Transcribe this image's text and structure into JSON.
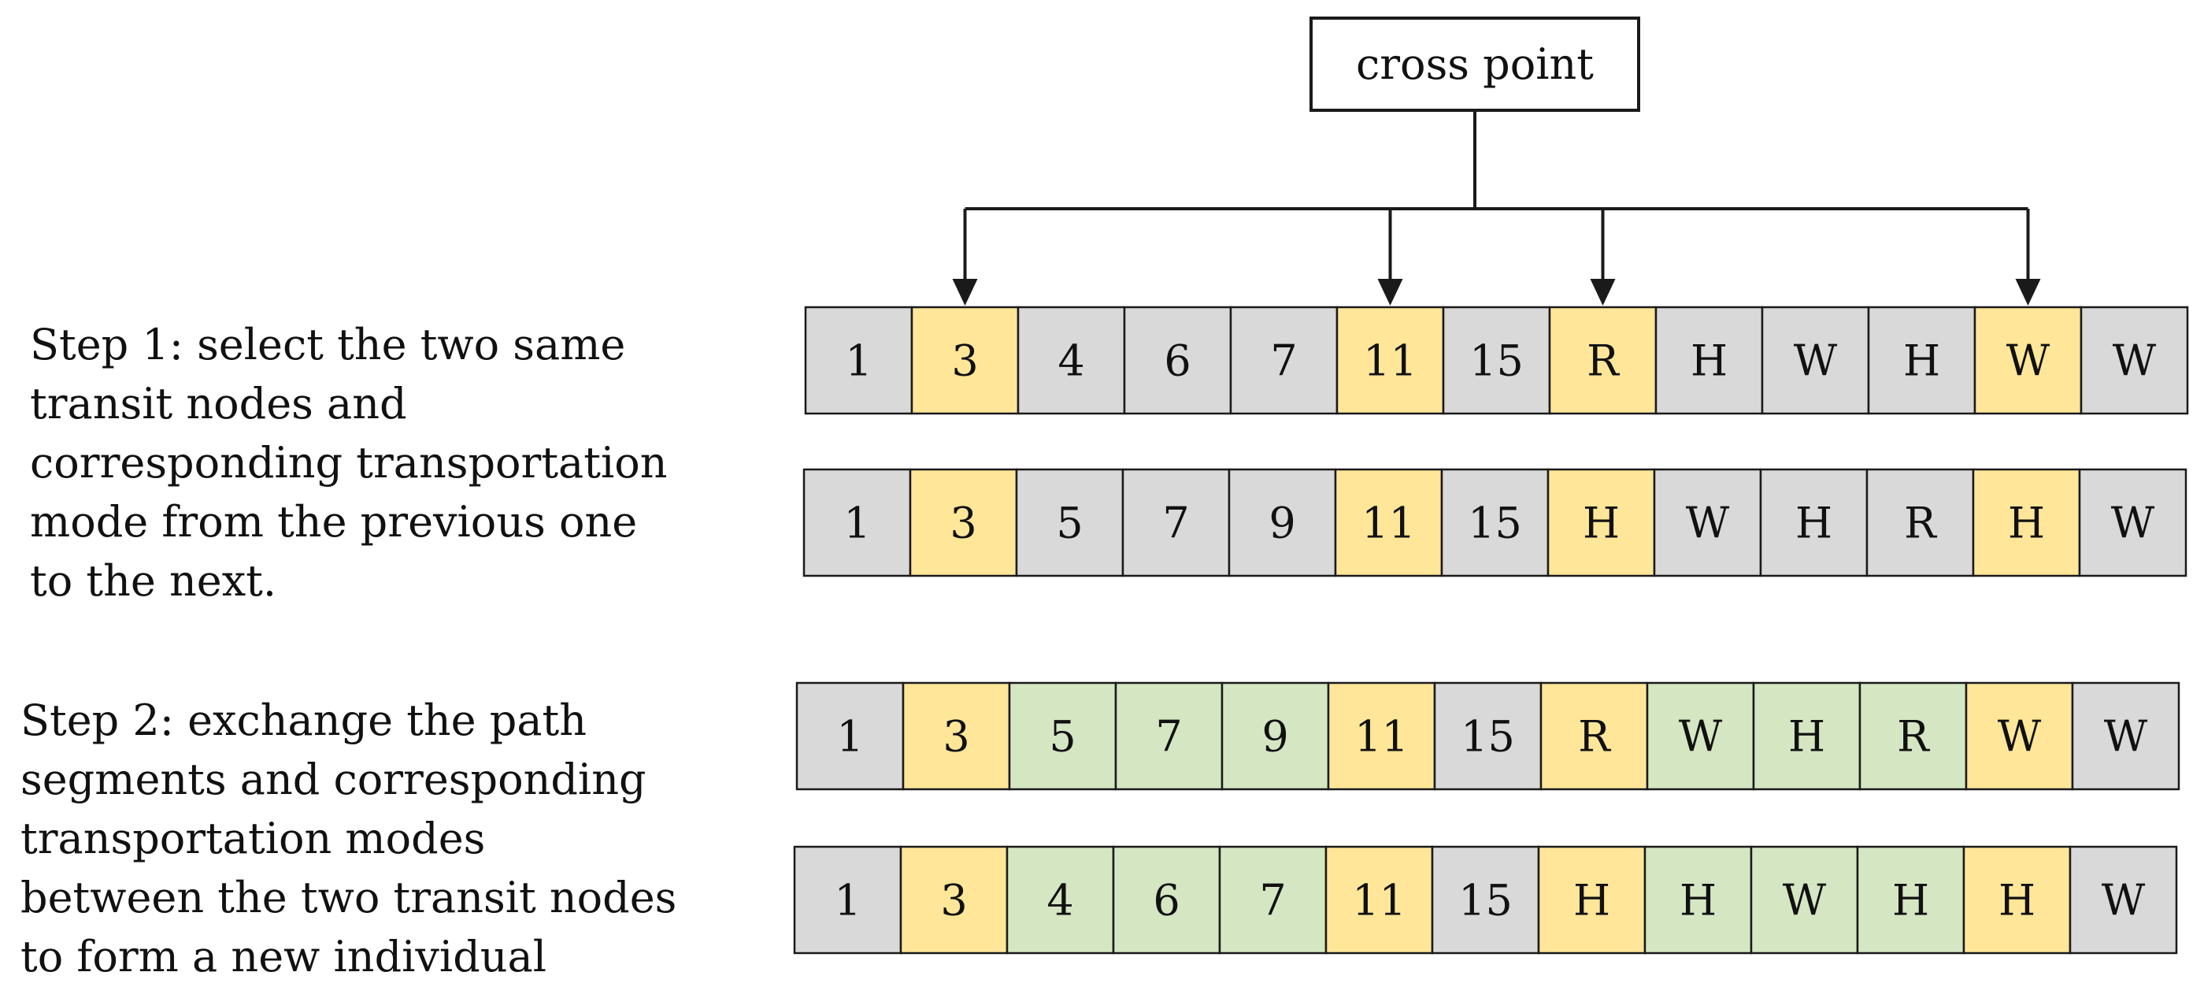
{
  "cross_point_label": "cross point",
  "colors": {
    "gray": "#d9d9d9",
    "yellow": "#ffe699",
    "green": "#d5e6c3",
    "stroke": "#1a1a1a",
    "text": "#111111"
  },
  "step1": {
    "lines": [
      "Step 1: select the two same",
      "transit nodes and",
      "corresponding transportation",
      "mode from the previous one",
      "to the next."
    ]
  },
  "step2": {
    "lines": [
      "Step 2: exchange the path",
      "segments and corresponding",
      "transportation modes",
      "between the two transit nodes",
      "to form a new individual"
    ]
  },
  "rows": [
    {
      "name": "parent-1",
      "cells": [
        {
          "t": "1",
          "c": "gray"
        },
        {
          "t": "3",
          "c": "yellow"
        },
        {
          "t": "4",
          "c": "gray"
        },
        {
          "t": "6",
          "c": "gray"
        },
        {
          "t": "7",
          "c": "gray"
        },
        {
          "t": "11",
          "c": "yellow"
        },
        {
          "t": "15",
          "c": "gray"
        },
        {
          "t": "R",
          "c": "yellow"
        },
        {
          "t": "H",
          "c": "gray"
        },
        {
          "t": "W",
          "c": "gray"
        },
        {
          "t": "H",
          "c": "gray"
        },
        {
          "t": "W",
          "c": "yellow"
        },
        {
          "t": "W",
          "c": "gray"
        }
      ]
    },
    {
      "name": "parent-2",
      "cells": [
        {
          "t": "1",
          "c": "gray"
        },
        {
          "t": "3",
          "c": "yellow"
        },
        {
          "t": "5",
          "c": "gray"
        },
        {
          "t": "7",
          "c": "gray"
        },
        {
          "t": "9",
          "c": "gray"
        },
        {
          "t": "11",
          "c": "yellow"
        },
        {
          "t": "15",
          "c": "gray"
        },
        {
          "t": "H",
          "c": "yellow"
        },
        {
          "t": "W",
          "c": "gray"
        },
        {
          "t": "H",
          "c": "gray"
        },
        {
          "t": "R",
          "c": "gray"
        },
        {
          "t": "H",
          "c": "yellow"
        },
        {
          "t": "W",
          "c": "gray"
        }
      ]
    },
    {
      "name": "offspring-1",
      "cells": [
        {
          "t": "1",
          "c": "gray"
        },
        {
          "t": "3",
          "c": "yellow"
        },
        {
          "t": "5",
          "c": "green"
        },
        {
          "t": "7",
          "c": "green"
        },
        {
          "t": "9",
          "c": "green"
        },
        {
          "t": "11",
          "c": "yellow"
        },
        {
          "t": "15",
          "c": "gray"
        },
        {
          "t": "R",
          "c": "yellow"
        },
        {
          "t": "W",
          "c": "green"
        },
        {
          "t": "H",
          "c": "green"
        },
        {
          "t": "R",
          "c": "green"
        },
        {
          "t": "W",
          "c": "yellow"
        },
        {
          "t": "W",
          "c": "gray"
        }
      ]
    },
    {
      "name": "offspring-2",
      "cells": [
        {
          "t": "1",
          "c": "gray"
        },
        {
          "t": "3",
          "c": "yellow"
        },
        {
          "t": "4",
          "c": "green"
        },
        {
          "t": "6",
          "c": "green"
        },
        {
          "t": "7",
          "c": "green"
        },
        {
          "t": "11",
          "c": "yellow"
        },
        {
          "t": "15",
          "c": "gray"
        },
        {
          "t": "H",
          "c": "yellow"
        },
        {
          "t": "H",
          "c": "green"
        },
        {
          "t": "W",
          "c": "green"
        },
        {
          "t": "H",
          "c": "green"
        },
        {
          "t": "H",
          "c": "yellow"
        },
        {
          "t": "W",
          "c": "gray"
        }
      ]
    }
  ],
  "arrow_targets": [
    1,
    5,
    7,
    11
  ]
}
